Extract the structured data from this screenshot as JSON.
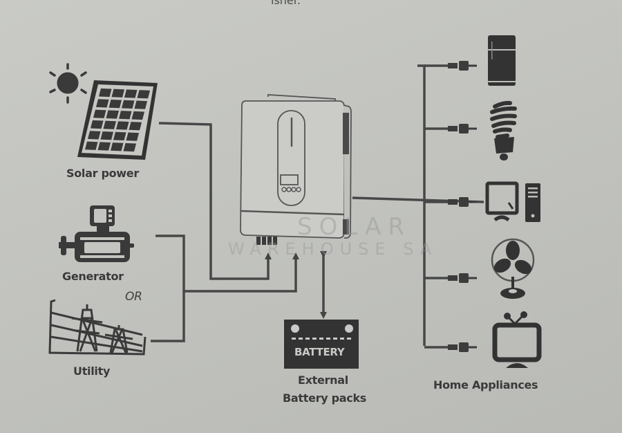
{
  "page": {
    "top_text_fragment": "isher."
  },
  "sources": {
    "solar": {
      "label": "Solar power",
      "icons": [
        "sun-icon",
        "solar-panel-icon"
      ]
    },
    "generator": {
      "label": "Generator",
      "icon": "generator-icon"
    },
    "or_label": "OR",
    "utility": {
      "label": "Utility",
      "icon": "power-pylon-icon"
    }
  },
  "inverter": {
    "icon": "hybrid-inverter-icon"
  },
  "battery": {
    "icon_text": "BATTERY",
    "label_line1": "External",
    "label_line2": "Battery packs"
  },
  "appliances": {
    "label": "Home Appliances",
    "items": [
      {
        "name": "refrigerator",
        "icon": "refrigerator-icon"
      },
      {
        "name": "light-bulb",
        "icon": "cfl-bulb-icon"
      },
      {
        "name": "computer",
        "icon": "desktop-computer-icon"
      },
      {
        "name": "fan",
        "icon": "desk-fan-icon"
      },
      {
        "name": "television",
        "icon": "tv-icon"
      }
    ]
  },
  "watermark": {
    "line1": "SOLAR",
    "line2": "WAREHOUSE SA"
  },
  "colors": {
    "background": "#c4c5c1",
    "ink": "#3c3c3c",
    "line": "#4a4a4a"
  }
}
